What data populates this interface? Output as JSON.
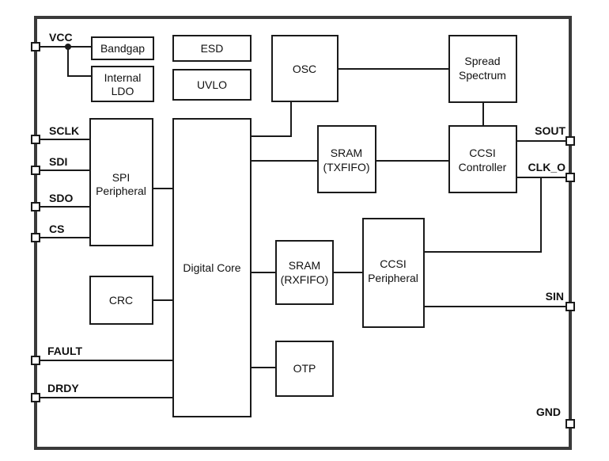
{
  "blocks": {
    "bandgap": [
      "Bandgap"
    ],
    "internal_ldo": [
      "Internal",
      "LDO"
    ],
    "esd": [
      "ESD"
    ],
    "uvlo": [
      "UVLO"
    ],
    "osc": [
      "OSC"
    ],
    "spread_spectrum": [
      "Spread",
      "Spectrum"
    ],
    "spi_peripheral": [
      "SPI",
      "Peripheral"
    ],
    "digital_core": [
      "Digital Core"
    ],
    "sram_tx": [
      "SRAM",
      "(TXFIFO)"
    ],
    "ccsi_controller": [
      "CCSI",
      "Controller"
    ],
    "sram_rx": [
      "SRAM",
      "(RXFIFO)"
    ],
    "ccsi_peripheral": [
      "CCSI",
      "Peripheral"
    ],
    "crc": [
      "CRC"
    ],
    "otp": [
      "OTP"
    ]
  },
  "pins": {
    "vcc": "VCC",
    "sclk": "SCLK",
    "sdi": "SDI",
    "sdo": "SDO",
    "cs": "CS",
    "fault": "FAULT",
    "drdy": "DRDY",
    "sout": "SOUT",
    "clk_o": "CLK_O",
    "sin": "SIN",
    "gnd": "GND"
  }
}
